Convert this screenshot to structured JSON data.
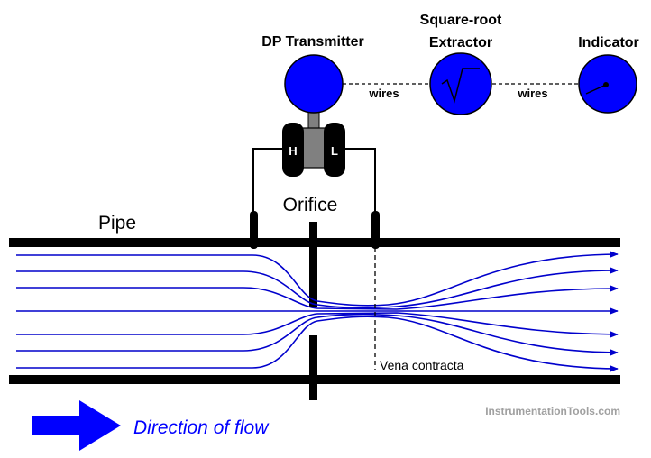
{
  "labels": {
    "dp_transmitter": "DP Transmitter",
    "sqrt_extractor_line1": "Square-root",
    "sqrt_extractor_line2": "Extractor",
    "indicator": "Indicator",
    "wires_left": "wires",
    "wires_right": "wires",
    "high_port": "H",
    "low_port": "L",
    "orifice": "Orifice",
    "pipe": "Pipe",
    "vena_contracta": "Vena contracta",
    "direction_of_flow": "Direction of flow",
    "watermark": "InstrumentationTools.com"
  },
  "colors": {
    "instrument_fill": "#0000ff",
    "streamline": "#0000cc",
    "flow_arrow": "#0000ff",
    "flow_text": "#0000ff",
    "pipe_wall": "#000000",
    "transmitter_body": "#808080",
    "watermark": "#a0a0a0"
  }
}
